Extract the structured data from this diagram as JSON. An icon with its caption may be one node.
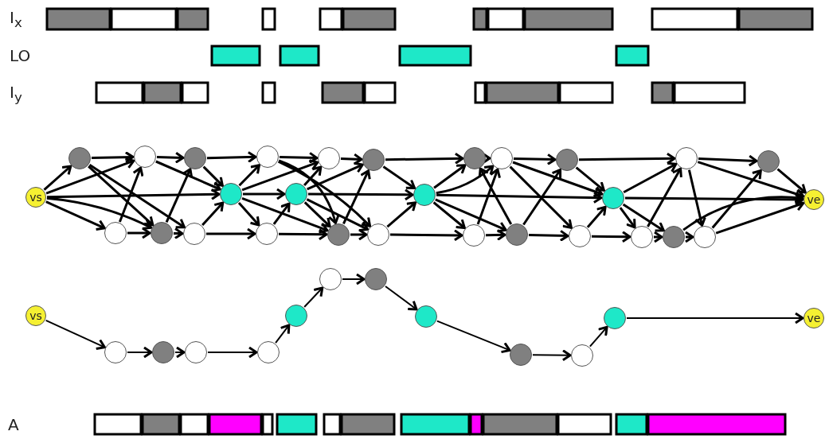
{
  "diagram": {
    "nodes": [
      {
        "text": [
          "vs"
        ]
      },
      {
        "text": [],
        "shape": "circle"
      },
      {
        "text": [],
        "shape": "circle"
      },
      {
        "text": [],
        "shape": "circle"
      },
      {
        "text": [],
        "shape": "circle"
      },
      {
        "text": [],
        "shape": "circle"
      },
      {
        "text": [],
        "shape": "circle"
      },
      {
        "text": [],
        "shape": "circle"
      },
      {
        "text": [],
        "shape": "circle"
      },
      {
        "text": [],
        "shape": "circle"
      },
      {
        "text": [],
        "shape": "circle"
      },
      {
        "text": [],
        "shape": "circle"
      },
      {
        "text": [],
        "shape": "circle"
      },
      {
        "text": [],
        "shape": "circle"
      },
      {
        "text": [],
        "shape": "circle"
      },
      {
        "text": [],
        "shape": "circle"
      },
      {
        "text": [
          "ve"
        ]
      },
      {
        "text": [],
        "shape": "circle"
      },
      {
        "text": [],
        "shape": "circle"
      },
      {
        "text": [],
        "shape": "circle"
      },
      {
        "text": [],
        "shape": "circle"
      },
      {
        "text": [],
        "shape": "circle"
      },
      {
        "text": [],
        "shape": "circle"
      },
      {
        "text": [],
        "shape": "circle"
      },
      {
        "text": [],
        "shape": "circle"
      },
      {
        "text": [],
        "shape": "circle"
      },
      {
        "text": [],
        "shape": "circle"
      },
      {
        "text": [],
        "shape": "circle"
      },
      {
        "text": [],
        "shape": "circle"
      },
      {
        "text": [
          "vs"
        ]
      },
      {
        "text": [],
        "shape": "circle"
      },
      {
        "text": [],
        "shape": "circle"
      },
      {
        "text": [],
        "shape": "circle"
      },
      {
        "text": [],
        "shape": "circle"
      },
      {
        "text": [],
        "shape": "circle"
      },
      {
        "text": [],
        "shape": "circle"
      },
      {
        "text": [],
        "shape": "circle"
      },
      {
        "text": [],
        "shape": "circle"
      },
      {
        "text": [],
        "shape": "circle"
      },
      {
        "text": [],
        "shape": "circle"
      },
      {
        "text": [],
        "shape": "circle"
      },
      {
        "text": [
          "ve"
        ]
      }
    ],
    "edges": [
      {
        "from": 1,
        "to": 2,
        "arrow": "to"
      },
      {
        "from": 2,
        "to": 3,
        "arrow": "to"
      },
      {
        "from": 3,
        "to": 4,
        "arrow": "to"
      },
      {
        "from": 4,
        "to": 5,
        "arrow": "to"
      },
      {
        "from": 5,
        "to": 6,
        "arrow": "to"
      },
      {
        "from": 6,
        "to": 7,
        "arrow": "to"
      },
      {
        "from": 7,
        "to": 8,
        "arrow": "to"
      },
      {
        "from": 8,
        "to": 9,
        "arrow": "to"
      },
      {
        "from": 9,
        "to": 10,
        "arrow": "to"
      },
      {
        "from": 10,
        "to": 11,
        "arrow": "to"
      },
      {
        "from": 11,
        "to": 16,
        "arrow": "to"
      },
      {
        "from": 17,
        "to": 18,
        "arrow": "to"
      },
      {
        "from": 18,
        "to": 19,
        "arrow": "to"
      },
      {
        "from": 19,
        "to": 20,
        "arrow": "to"
      },
      {
        "from": 20,
        "to": 21,
        "arrow": "to"
      },
      {
        "from": 21,
        "to": 22,
        "arrow": "to"
      },
      {
        "from": 22,
        "to": 23,
        "arrow": "to"
      },
      {
        "from": 23,
        "to": 24,
        "arrow": "to"
      },
      {
        "from": 24,
        "to": 25,
        "arrow": "to"
      },
      {
        "from": 25,
        "to": 26,
        "arrow": "to"
      },
      {
        "from": 26,
        "to": 27,
        "arrow": "to"
      },
      {
        "from": 27,
        "to": 28,
        "arrow": "to"
      },
      {
        "from": 28,
        "to": 16,
        "arrow": "to"
      },
      {
        "from": 0,
        "to": 12,
        "arrow": "to"
      },
      {
        "from": 12,
        "to": 13,
        "arrow": "to"
      },
      {
        "from": 13,
        "to": 14,
        "arrow": "to"
      },
      {
        "from": 14,
        "to": 15,
        "arrow": "to"
      },
      {
        "from": 15,
        "to": 16,
        "arrow": "to"
      },
      {
        "from": 0,
        "to": 1,
        "arrow": "to"
      },
      {
        "from": 0,
        "to": 2,
        "arrow": "to"
      },
      {
        "from": 0,
        "to": 17,
        "arrow": "to"
      },
      {
        "from": 0,
        "to": 18,
        "arrow": "to"
      },
      {
        "from": 1,
        "to": 18,
        "arrow": "to"
      },
      {
        "from": 1,
        "to": 19,
        "arrow": "to"
      },
      {
        "from": 2,
        "to": 12,
        "arrow": "to"
      },
      {
        "from": 3,
        "to": 12,
        "arrow": "to"
      },
      {
        "from": 17,
        "to": 2,
        "arrow": "to"
      },
      {
        "from": 18,
        "to": 3,
        "arrow": "to"
      },
      {
        "from": 19,
        "to": 12,
        "arrow": "to"
      },
      {
        "from": 12,
        "to": 4,
        "arrow": "to"
      },
      {
        "from": 12,
        "to": 5,
        "arrow": "to"
      },
      {
        "from": 12,
        "to": 20,
        "arrow": "to"
      },
      {
        "from": 12,
        "to": 21,
        "arrow": "to"
      },
      {
        "from": 13,
        "to": 5,
        "arrow": "to"
      },
      {
        "from": 13,
        "to": 6,
        "arrow": "to"
      },
      {
        "from": 13,
        "to": 21,
        "arrow": "to"
      },
      {
        "from": 13,
        "to": 22,
        "arrow": "to"
      },
      {
        "from": 4,
        "to": 21,
        "arrow": "to"
      },
      {
        "from": 4,
        "to": 22,
        "arrow": "to"
      },
      {
        "from": 20,
        "to": 13,
        "arrow": "to"
      },
      {
        "from": 21,
        "to": 6,
        "arrow": "to"
      },
      {
        "from": 22,
        "to": 14,
        "arrow": "to"
      },
      {
        "from": 6,
        "to": 14,
        "arrow": "to"
      },
      {
        "from": 14,
        "to": 7,
        "arrow": "to"
      },
      {
        "from": 14,
        "to": 8,
        "arrow": "to"
      },
      {
        "from": 14,
        "to": 23,
        "arrow": "to"
      },
      {
        "from": 14,
        "to": 24,
        "arrow": "to"
      },
      {
        "from": 23,
        "to": 8,
        "arrow": "to"
      },
      {
        "from": 24,
        "to": 7,
        "arrow": "to"
      },
      {
        "from": 8,
        "to": 25,
        "arrow": "to"
      },
      {
        "from": 24,
        "to": 9,
        "arrow": "to"
      },
      {
        "from": 9,
        "to": 15,
        "arrow": "to"
      },
      {
        "from": 8,
        "to": 15,
        "arrow": "to"
      },
      {
        "from": 25,
        "to": 15,
        "arrow": "to"
      },
      {
        "from": 15,
        "to": 10,
        "arrow": "to"
      },
      {
        "from": 15,
        "to": 26,
        "arrow": "to"
      },
      {
        "from": 15,
        "to": 27,
        "arrow": "to"
      },
      {
        "from": 26,
        "to": 10,
        "arrow": "to"
      },
      {
        "from": 10,
        "to": 16,
        "arrow": "to"
      },
      {
        "from": 10,
        "to": 28,
        "arrow": "to"
      },
      {
        "from": 28,
        "to": 11,
        "arrow": "to"
      },
      {
        "from": 27,
        "to": 16,
        "arrow": "to"
      },
      {
        "from": 29,
        "to": 30,
        "arrow": "to"
      },
      {
        "from": 30,
        "to": 31,
        "arrow": "to"
      },
      {
        "from": 31,
        "to": 32,
        "arrow": "to"
      },
      {
        "from": 32,
        "to": 33,
        "arrow": "to"
      },
      {
        "from": 33,
        "to": 34,
        "arrow": "to"
      },
      {
        "from": 34,
        "to": 35,
        "arrow": "to"
      },
      {
        "from": 35,
        "to": 36,
        "arrow": "to"
      },
      {
        "from": 36,
        "to": 37,
        "arrow": "to"
      },
      {
        "from": 37,
        "to": 38,
        "arrow": "to"
      },
      {
        "from": 38,
        "to": 39,
        "arrow": "to"
      },
      {
        "from": 39,
        "to": 40,
        "arrow": "to"
      },
      {
        "from": 40,
        "to": 41,
        "arrow": "to"
      }
    ],
    "labels": [
      "I$_{x}$",
      "LO",
      "I$_{y}$",
      "A"
    ]
  }
}
